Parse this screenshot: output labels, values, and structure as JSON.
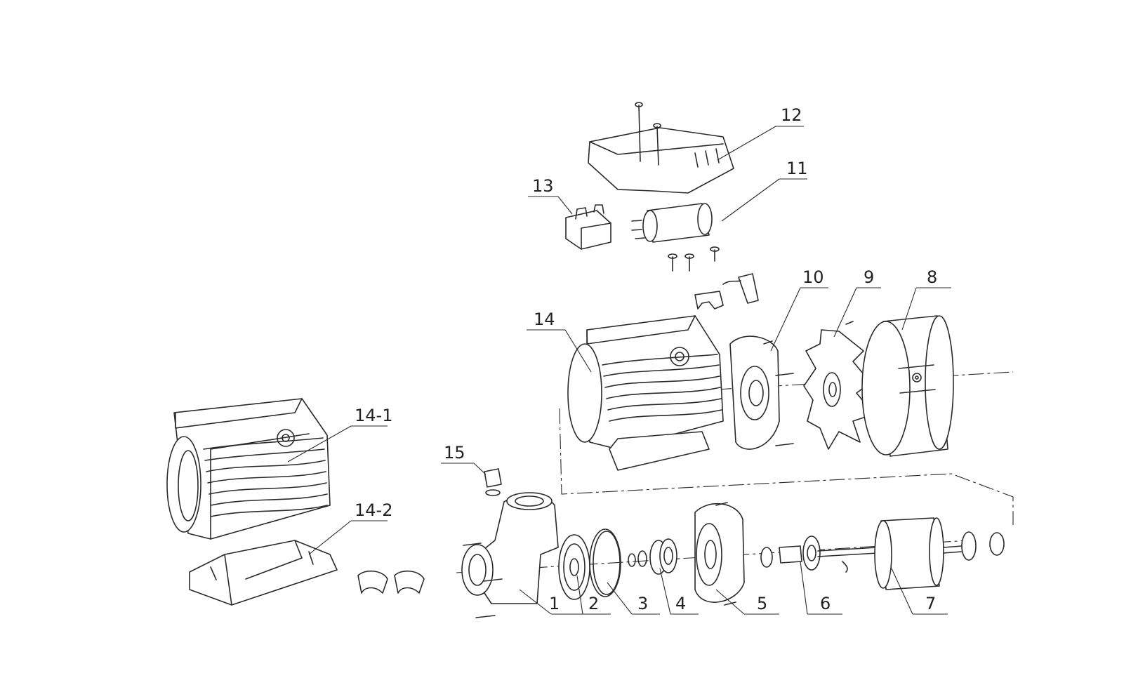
{
  "labels": {
    "p1": "1",
    "p2": "2",
    "p3": "3",
    "p4": "4",
    "p5": "5",
    "p6": "6",
    "p7": "7",
    "p8": "8",
    "p9": "9",
    "p10": "10",
    "p11": "11",
    "p12": "12",
    "p13": "13",
    "p14": "14",
    "p14_1": "14-1",
    "p14_2": "14-2",
    "p15": "15"
  },
  "colors": {
    "line": "#2a2a2a",
    "background": "#ffffff"
  }
}
